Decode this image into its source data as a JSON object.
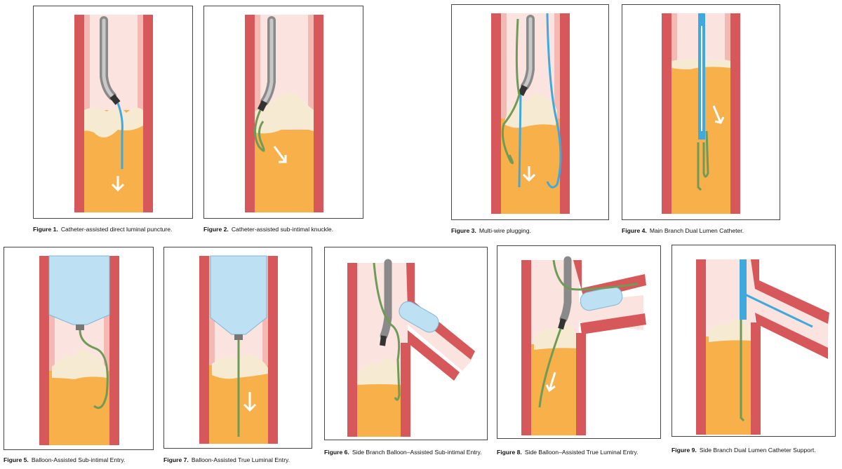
{
  "figures": [
    {
      "id": "1",
      "label": "Figure 1.",
      "caption": "Catheter-assisted direct luminal puncture."
    },
    {
      "id": "2",
      "label": "Figure 2.",
      "caption": "Catheter-assisted sub-intimal knuckle."
    },
    {
      "id": "3",
      "label": "Figure 3.",
      "caption": "Multi-wire plugging."
    },
    {
      "id": "4",
      "label": "Figure 4.",
      "caption": "Main Branch Dual Lumen Catheter."
    },
    {
      "id": "5",
      "label": "Figure 5.",
      "caption": "Balloon-Assisted Sub-intimal Entry."
    },
    {
      "id": "7",
      "label": "Figure 7.",
      "caption": "Balloon-Assisted True Luminal Entry."
    },
    {
      "id": "6",
      "label": "Figure 6.",
      "caption": "Side Branch Balloon–Assisted Sub-intimal Entry."
    },
    {
      "id": "8",
      "label": "Figure 8.",
      "caption": "Side Balloon–Assisted True Luminal Entry."
    },
    {
      "id": "9",
      "label": "Figure 9.",
      "caption": "Side Branch Dual Lumen Catheter Support."
    }
  ],
  "colors": {
    "vessel_wall": "#d6585a",
    "intima": "#f4b9b3",
    "lumen": "#fbe3df",
    "occlusion": "#f7b04a",
    "plaque_cap": "#f6ebd2",
    "guidewire_green": "#6f9a58",
    "guidewire_blue": "#3fa9dd",
    "catheter": "#9a9a9a",
    "balloon": "#bde0f3"
  }
}
